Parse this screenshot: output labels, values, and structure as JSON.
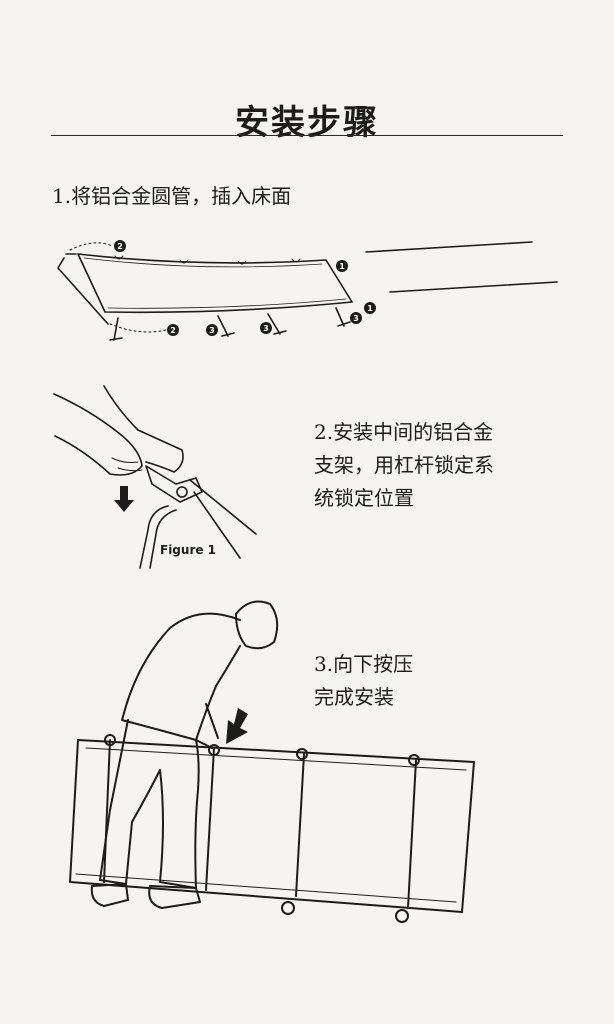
{
  "title": "安装步骤",
  "steps": [
    {
      "lines": [
        "1.将铝合金圆管，插入床面"
      ]
    },
    {
      "lines": [
        "2.安装中间的铝合金",
        "支架，用杠杆锁定系",
        "统锁定位置"
      ]
    },
    {
      "lines": [
        "3.向下按压",
        "完成安装"
      ]
    }
  ],
  "figure1": {
    "markers": [
      "1",
      "1",
      "2",
      "2",
      "3",
      "3",
      "3"
    ]
  },
  "figure2": {
    "caption": "Figure 1"
  },
  "colors": {
    "background": "#f5f4f2",
    "ink": "#1c1c1c"
  }
}
